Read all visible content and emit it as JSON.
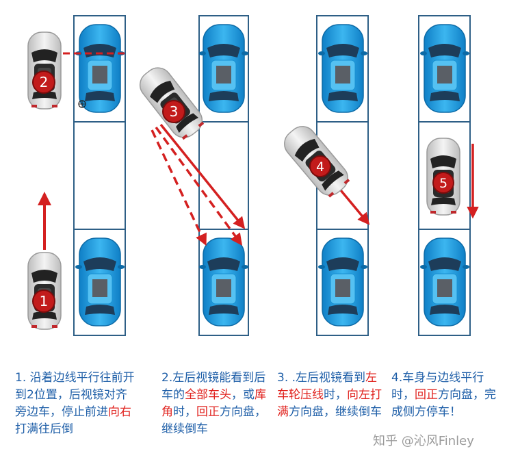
{
  "markers": [
    "1",
    "2",
    "3",
    "4",
    "5"
  ],
  "colors": {
    "slot_border": "#2e5f86",
    "arrow_red": "#d42020",
    "parked_car_blue": "#1e9ee0",
    "active_car_silver": "#e4e4e4",
    "text_blue": "#1f5fa8",
    "text_red": "#e0201c"
  },
  "captions": [
    {
      "id": "1",
      "parts": [
        {
          "text": "1. 沿着边线平行往前开到2位置，后视镜对齐旁边车，停止前进",
          "red": false
        },
        {
          "text": "向右",
          "red": true
        },
        {
          "text": "打满往后倒",
          "red": false
        }
      ]
    },
    {
      "id": "2",
      "parts": [
        {
          "text": "2.左后视镜能看到后车的",
          "red": false
        },
        {
          "text": "全部车头",
          "red": true
        },
        {
          "text": "，或",
          "red": false
        },
        {
          "text": "库角",
          "red": true
        },
        {
          "text": "时，",
          "red": false
        },
        {
          "text": "回正",
          "red": true
        },
        {
          "text": "方向盘，继续倒车",
          "red": false
        }
      ]
    },
    {
      "id": "3",
      "parts": [
        {
          "text": "3. .左后视镜看到",
          "red": false
        },
        {
          "text": "左车轮压线",
          "red": true
        },
        {
          "text": "时，",
          "red": false
        },
        {
          "text": "向左打满",
          "red": true
        },
        {
          "text": "方向盘，继续倒车",
          "red": false
        }
      ]
    },
    {
      "id": "4",
      "parts": [
        {
          "text": "4.车身与边线平行时，",
          "red": false
        },
        {
          "text": "回正",
          "red": true
        },
        {
          "text": "方向盘，完成侧方停车！",
          "red": false
        }
      ]
    }
  ],
  "watermark": "知乎 @沁风Finley"
}
